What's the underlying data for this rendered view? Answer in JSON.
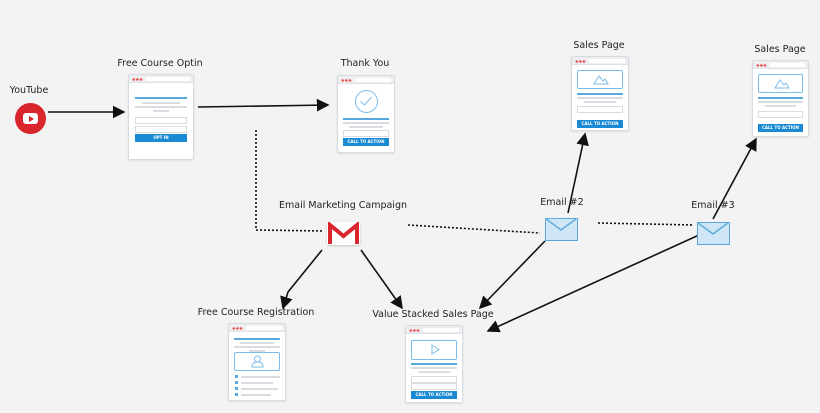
{
  "nodes": {
    "youtube": {
      "label": "YouTube",
      "icon": "youtube-play-icon",
      "color": "#d9262c"
    },
    "optin": {
      "label": "Free Course Optin",
      "button": "OPT IN"
    },
    "thankyou": {
      "label": "Thank You",
      "button": "CALL TO ACTION"
    },
    "email_campaign": {
      "label": "Email Marketing Campaign",
      "icon": "gmail-icon"
    },
    "email2": {
      "label": "Email #2",
      "icon": "envelope-icon"
    },
    "email3": {
      "label": "Email #3",
      "icon": "envelope-icon"
    },
    "sales1": {
      "label": "Sales Page",
      "button": "CALL TO ACTION"
    },
    "sales2": {
      "label": "Sales Page",
      "button": "CALL TO ACTION"
    },
    "registration": {
      "label": "Free Course Registration"
    },
    "value_stacked": {
      "label": "Value Stacked Sales Page",
      "button": "CALL TO ACTION"
    }
  },
  "colors": {
    "accent": "#1a8ad4",
    "envelope": "#5aa9dc",
    "gmail": "#d9262c"
  }
}
